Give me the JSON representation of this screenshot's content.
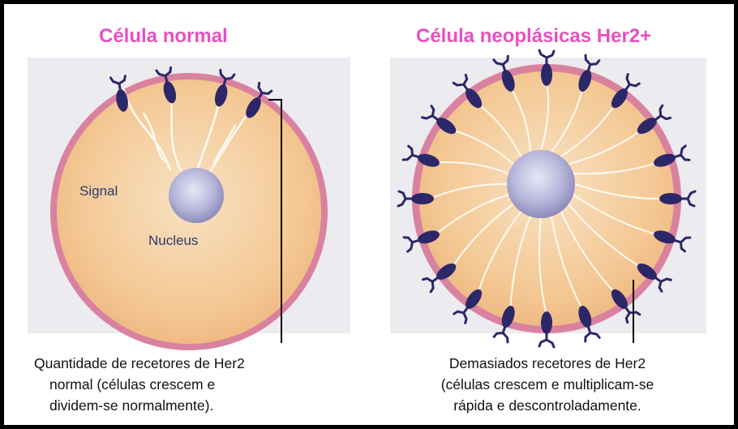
{
  "left": {
    "heading": "Célula normal",
    "label_signal": "Signal",
    "label_nucleus": "Nucleus",
    "caption_lines": [
      "Quantidade de recetores de Her2",
      "normal (células crescem e",
      "dividem-se normalmente)."
    ]
  },
  "right": {
    "heading": "Célula neoplásicas Her2+",
    "caption_lines": [
      "Demasiados recetores de Her2",
      "(células crescem e multiplicam-se",
      "rápida e descontroladamente."
    ]
  },
  "colors": {
    "heading": "#e84fc4",
    "membrane": "#d9829f",
    "cytoplasm": "#f3c796",
    "receptor": "#2c2768",
    "nucleus": "#b7b6d9"
  },
  "icons": {
    "receptor": "her2-receptor-icon",
    "nucleus": "nucleus-icon"
  }
}
